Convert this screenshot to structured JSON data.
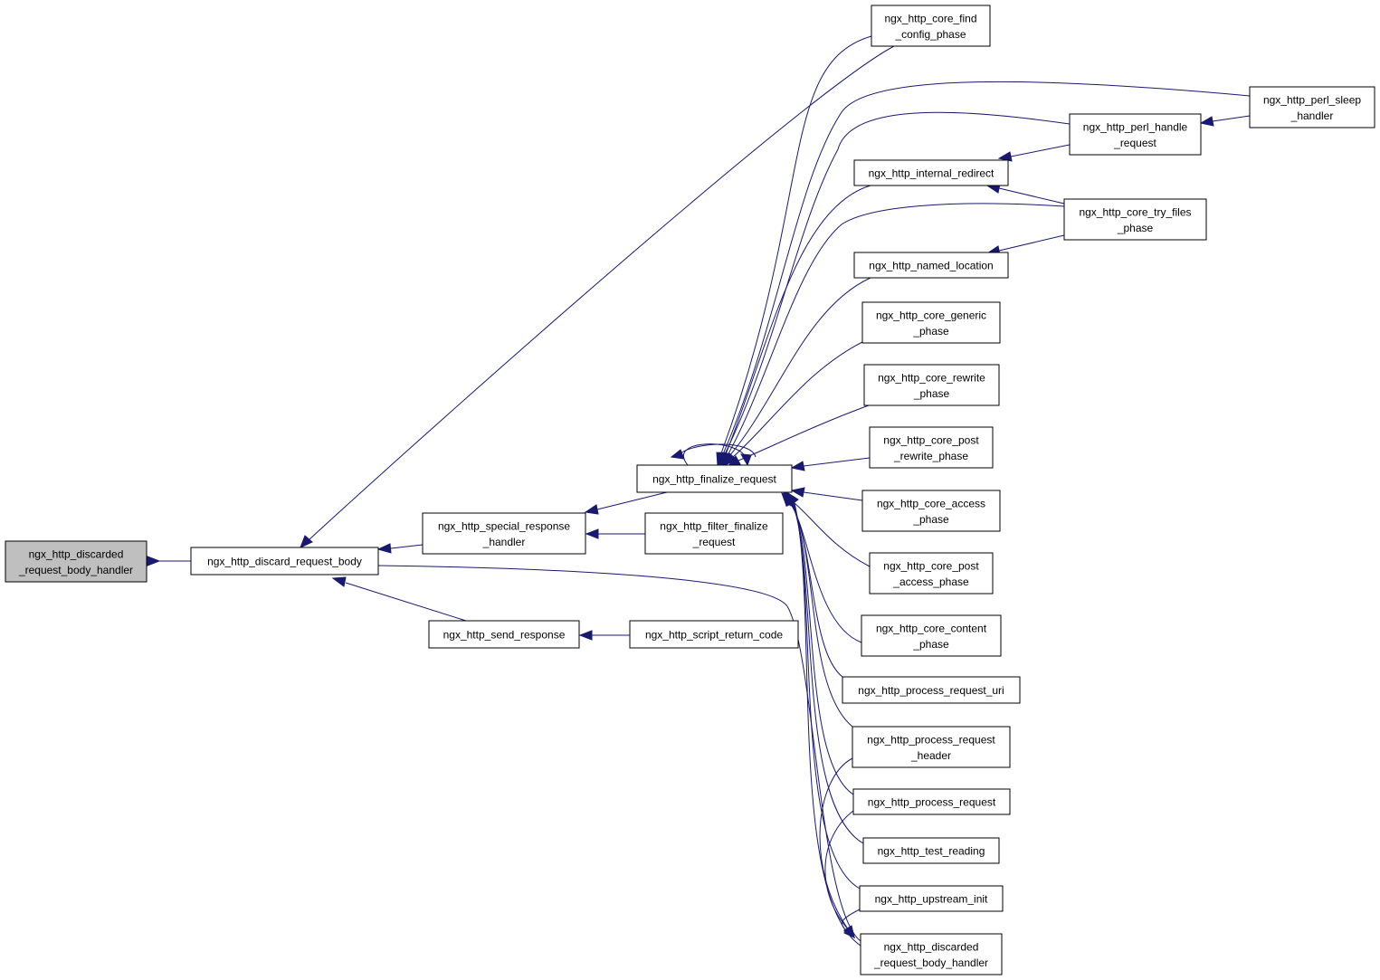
{
  "graph": {
    "type": "call-graph",
    "nodes": [
      {
        "id": "discarded_handler_root",
        "lines": [
          "ngx_http_discarded",
          "_request_body_handler"
        ],
        "highlighted": true
      },
      {
        "id": "discard_request_body",
        "lines": [
          "ngx_http_discard_request_body"
        ]
      },
      {
        "id": "special_response_handler",
        "lines": [
          "ngx_http_special_response",
          "_handler"
        ]
      },
      {
        "id": "send_response",
        "lines": [
          "ngx_http_send_response"
        ]
      },
      {
        "id": "finalize_request",
        "lines": [
          "ngx_http_finalize_request"
        ]
      },
      {
        "id": "filter_finalize_request",
        "lines": [
          "ngx_http_filter_finalize",
          "_request"
        ]
      },
      {
        "id": "script_return_code",
        "lines": [
          "ngx_http_script_return_code"
        ]
      },
      {
        "id": "core_find_config_phase",
        "lines": [
          "ngx_http_core_find",
          "_config_phase"
        ]
      },
      {
        "id": "perl_sleep_handler",
        "lines": [
          "ngx_http_perl_sleep",
          "_handler"
        ]
      },
      {
        "id": "perl_handle_request",
        "lines": [
          "ngx_http_perl_handle",
          "_request"
        ]
      },
      {
        "id": "internal_redirect",
        "lines": [
          "ngx_http_internal_redirect"
        ]
      },
      {
        "id": "core_try_files_phase",
        "lines": [
          "ngx_http_core_try_files",
          "_phase"
        ]
      },
      {
        "id": "named_location",
        "lines": [
          "ngx_http_named_location"
        ]
      },
      {
        "id": "core_generic_phase",
        "lines": [
          "ngx_http_core_generic",
          "_phase"
        ]
      },
      {
        "id": "core_rewrite_phase",
        "lines": [
          "ngx_http_core_rewrite",
          "_phase"
        ]
      },
      {
        "id": "core_post_rewrite_phase",
        "lines": [
          "ngx_http_core_post",
          "_rewrite_phase"
        ]
      },
      {
        "id": "core_access_phase",
        "lines": [
          "ngx_http_core_access",
          "_phase"
        ]
      },
      {
        "id": "core_post_access_phase",
        "lines": [
          "ngx_http_core_post",
          "_access_phase"
        ]
      },
      {
        "id": "core_content_phase",
        "lines": [
          "ngx_http_core_content",
          "_phase"
        ]
      },
      {
        "id": "process_request_uri",
        "lines": [
          "ngx_http_process_request_uri"
        ]
      },
      {
        "id": "process_request_header",
        "lines": [
          "ngx_http_process_request",
          "_header"
        ]
      },
      {
        "id": "process_request",
        "lines": [
          "ngx_http_process_request"
        ]
      },
      {
        "id": "test_reading",
        "lines": [
          "ngx_http_test_reading"
        ]
      },
      {
        "id": "upstream_init",
        "lines": [
          "ngx_http_upstream_init"
        ]
      },
      {
        "id": "discarded_handler_right",
        "lines": [
          "ngx_http_discarded",
          "_request_body_handler"
        ]
      }
    ],
    "edges": [
      {
        "from": "discard_request_body",
        "to": "discarded_handler_root"
      },
      {
        "from": "special_response_handler",
        "to": "discard_request_body"
      },
      {
        "from": "send_response",
        "to": "discard_request_body"
      },
      {
        "from": "core_find_config_phase",
        "to": "discard_request_body"
      },
      {
        "from": "discarded_handler_right",
        "to": "discard_request_body"
      },
      {
        "from": "finalize_request",
        "to": "special_response_handler"
      },
      {
        "from": "filter_finalize_request",
        "to": "special_response_handler"
      },
      {
        "from": "script_return_code",
        "to": "send_response"
      },
      {
        "from": "finalize_request",
        "to": "finalize_request"
      },
      {
        "from": "core_find_config_phase",
        "to": "finalize_request"
      },
      {
        "from": "perl_sleep_handler",
        "to": "finalize_request"
      },
      {
        "from": "perl_handle_request",
        "to": "finalize_request"
      },
      {
        "from": "internal_redirect",
        "to": "finalize_request"
      },
      {
        "from": "core_try_files_phase",
        "to": "finalize_request"
      },
      {
        "from": "named_location",
        "to": "finalize_request"
      },
      {
        "from": "core_generic_phase",
        "to": "finalize_request"
      },
      {
        "from": "core_rewrite_phase",
        "to": "finalize_request"
      },
      {
        "from": "core_post_rewrite_phase",
        "to": "finalize_request"
      },
      {
        "from": "core_access_phase",
        "to": "finalize_request"
      },
      {
        "from": "core_post_access_phase",
        "to": "finalize_request"
      },
      {
        "from": "core_content_phase",
        "to": "finalize_request"
      },
      {
        "from": "process_request_uri",
        "to": "finalize_request"
      },
      {
        "from": "process_request_header",
        "to": "finalize_request"
      },
      {
        "from": "process_request",
        "to": "finalize_request"
      },
      {
        "from": "test_reading",
        "to": "finalize_request"
      },
      {
        "from": "upstream_init",
        "to": "finalize_request"
      },
      {
        "from": "discarded_handler_right",
        "to": "finalize_request"
      },
      {
        "from": "perl_sleep_handler",
        "to": "perl_handle_request"
      },
      {
        "from": "perl_handle_request",
        "to": "internal_redirect"
      },
      {
        "from": "core_try_files_phase",
        "to": "internal_redirect"
      },
      {
        "from": "core_try_files_phase",
        "to": "named_location"
      },
      {
        "from": "process_request_header",
        "to": "discarded_handler_right"
      },
      {
        "from": "process_request",
        "to": "discarded_handler_right"
      },
      {
        "from": "upstream_init",
        "to": "discarded_handler_right"
      }
    ]
  }
}
